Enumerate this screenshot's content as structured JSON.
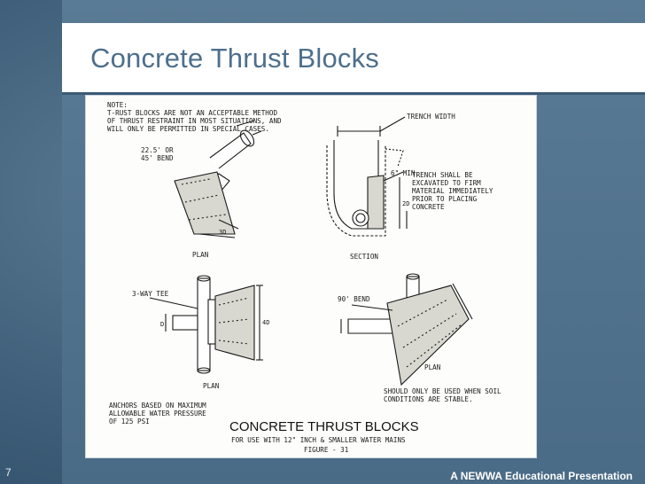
{
  "slide": {
    "title": "Concrete Thrust Blocks",
    "number": "7",
    "footer": "A NEWWA Educational Presentation"
  },
  "diagram": {
    "note_lines": [
      "NOTE:",
      "T-RUST BLOCKS ARE NOT AN ACCEPTABLE METHOD",
      "OF THRUST RESTRAINT IN MOST SITUATIONS, AND",
      "WILL ONLY BE PERMITTED IN SPECIAL CASES."
    ],
    "bend_label_lines": [
      "22.5' OR",
      "45' BEND"
    ],
    "trench_width": "TRENCH WIDTH",
    "min_label": "6\" MIN.",
    "trench_note_lines": [
      "TRENCH SHALL BE",
      "EXCAVATED TO FIRM",
      "MATERIAL IMMEDIATELY",
      "PRIOR TO PLACING",
      "CONCRETE"
    ],
    "plan_1": "PLAN",
    "section": "SECTION",
    "tee_label": "3-WAY TEE",
    "bend90_label": "90' BEND",
    "plan_2": "PLAN",
    "plan_3": "PLAN",
    "soil_note_lines": [
      "SHOULD ONLY BE USED WHEN SOIL",
      "CONDITIONS ARE STABLE."
    ],
    "anchor_note_lines": [
      "ANCHORS BASED ON MAXIMUM",
      "ALLOWABLE WATER PRESSURE",
      "OF 125 PSI"
    ],
    "caption_title": "CONCRETE THRUST BLOCKS",
    "caption_sub": "FOR USE WITH 12\" INCH & SMALLER WATER MAINS",
    "figure": "FIGURE - 31",
    "dim_3d": "3D",
    "dim_2d": "2D",
    "dim_4d": "4D",
    "dim_d": "D"
  }
}
